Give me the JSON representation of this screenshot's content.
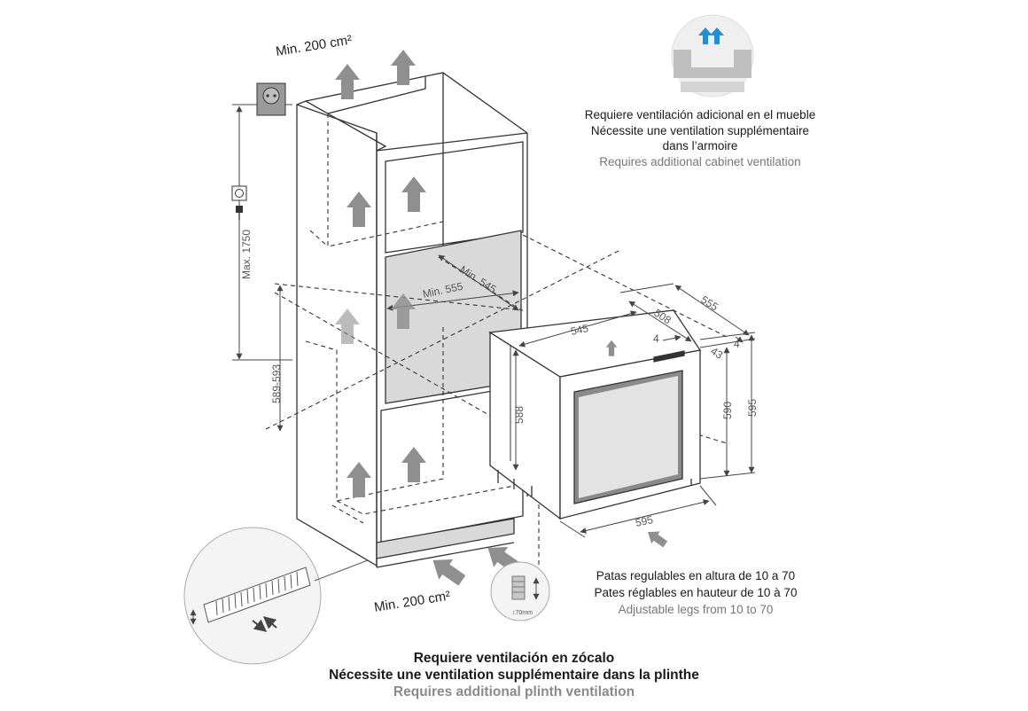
{
  "top_label": "Min. 200 cm²",
  "bottom_label": "Min. 200 cm²",
  "dimensions": {
    "max_height": "Max. 1750",
    "niche_height": "589-593",
    "min_width": "Min. 545",
    "min_depth": "Min. 555",
    "appliance_width_top": "545",
    "depth_508": "508",
    "depth_555": "555",
    "offset_4a": "4",
    "offset_4b": "4",
    "offset_43": "43",
    "height_588": "588",
    "height_590": "590",
    "height_595": "595",
    "width_595": "595",
    "leg_range": "↕70mm"
  },
  "ventilation_note": {
    "es": "Requiere ventilación adicional en el mueble",
    "fr_line1": "Nécessite une ventilation supplémentaire",
    "fr_line2": "dans l’armoire",
    "en": "Requires additional cabinet ventilation"
  },
  "legs_note": {
    "es": "Patas regulables en altura de 10 a 70",
    "fr": "Pates réglables en hauteur de 10 à 70",
    "en": "Adjustable legs from 10 to 70"
  },
  "plinth_note": {
    "es": "Requiere ventilación en zócalo",
    "fr": "Nécessite une ventilation supplémentaire dans la plinthe",
    "en": "Requires additional plinth ventilation"
  },
  "icons": [
    "power-socket-icon",
    "plug-socket-icon",
    "airflow-arrow-icon",
    "cabinet-ventilation-icon",
    "vent-grille-detail-icon",
    "adjustable-leg-icon"
  ],
  "colors": {
    "line": "#333333",
    "arrow": "#8f8f8f",
    "niche": "#d9d9d9",
    "accent_blue": "#1e90d8"
  }
}
